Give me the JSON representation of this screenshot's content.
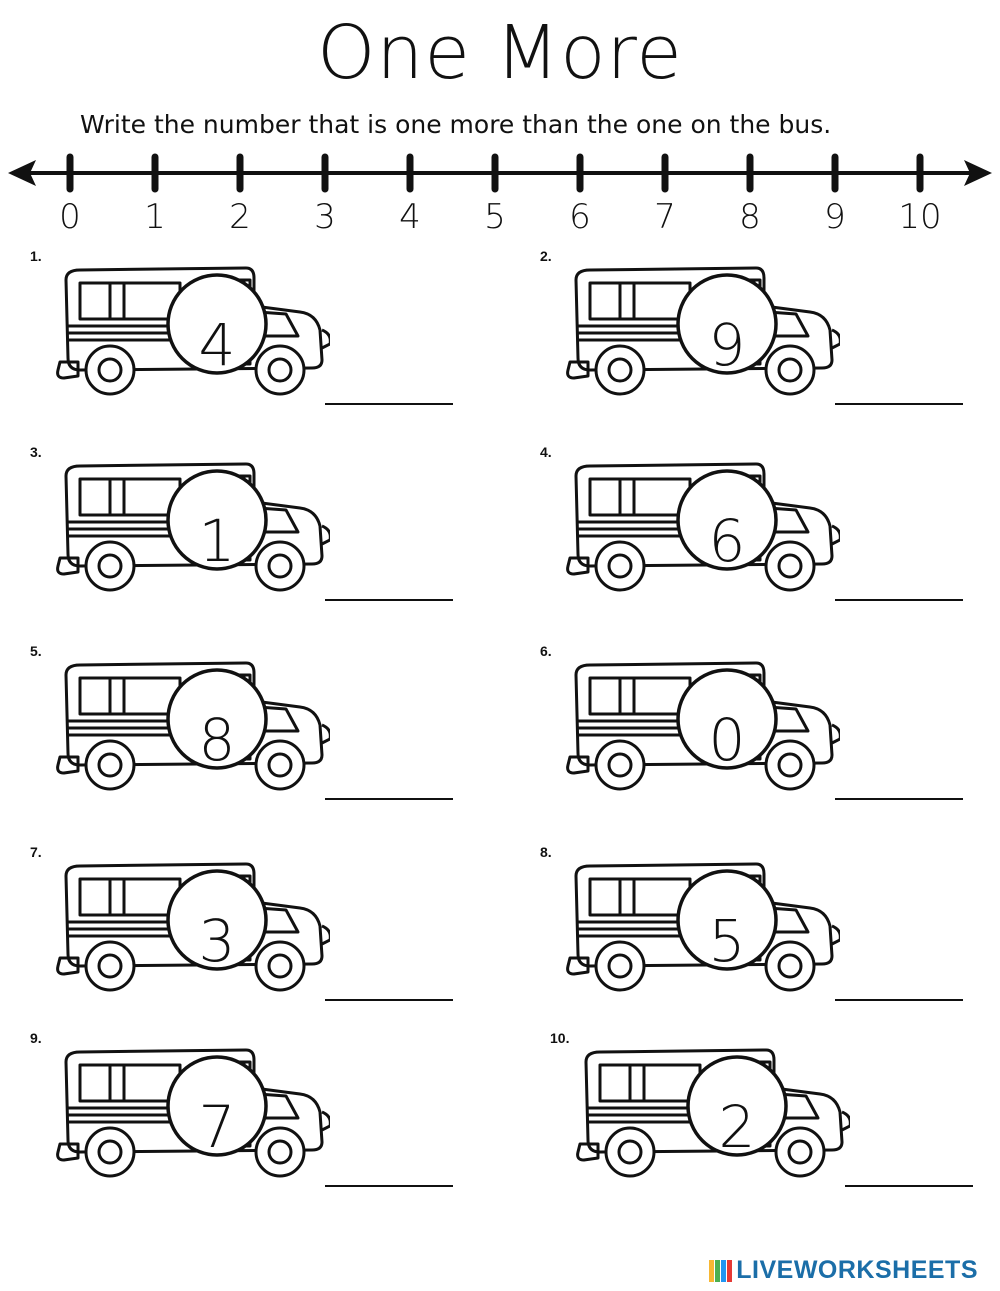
{
  "worksheet": {
    "title": "One More",
    "instructions": "Write the number that is one more than the one on the bus."
  },
  "number_line": {
    "labels": [
      "0",
      "1",
      "2",
      "3",
      "4",
      "5",
      "6",
      "7",
      "8",
      "9",
      "10"
    ]
  },
  "problems": [
    {
      "label": "1.",
      "bus_number": "4",
      "answer": ""
    },
    {
      "label": "2.",
      "bus_number": "9",
      "answer": ""
    },
    {
      "label": "3.",
      "bus_number": "1",
      "answer": ""
    },
    {
      "label": "4.",
      "bus_number": "6",
      "answer": ""
    },
    {
      "label": "5.",
      "bus_number": "8",
      "answer": ""
    },
    {
      "label": "6.",
      "bus_number": "0",
      "answer": ""
    },
    {
      "label": "7.",
      "bus_number": "3",
      "answer": ""
    },
    {
      "label": "8.",
      "bus_number": "5",
      "answer": ""
    },
    {
      "label": "9.",
      "bus_number": "7",
      "answer": ""
    },
    {
      "label": "10.",
      "bus_number": "2",
      "answer": ""
    }
  ],
  "footer": {
    "brand": "LIVEWORKSHEETS",
    "logo_colors": [
      "#f7b733",
      "#4caf50",
      "#2196f3",
      "#e53935"
    ]
  }
}
